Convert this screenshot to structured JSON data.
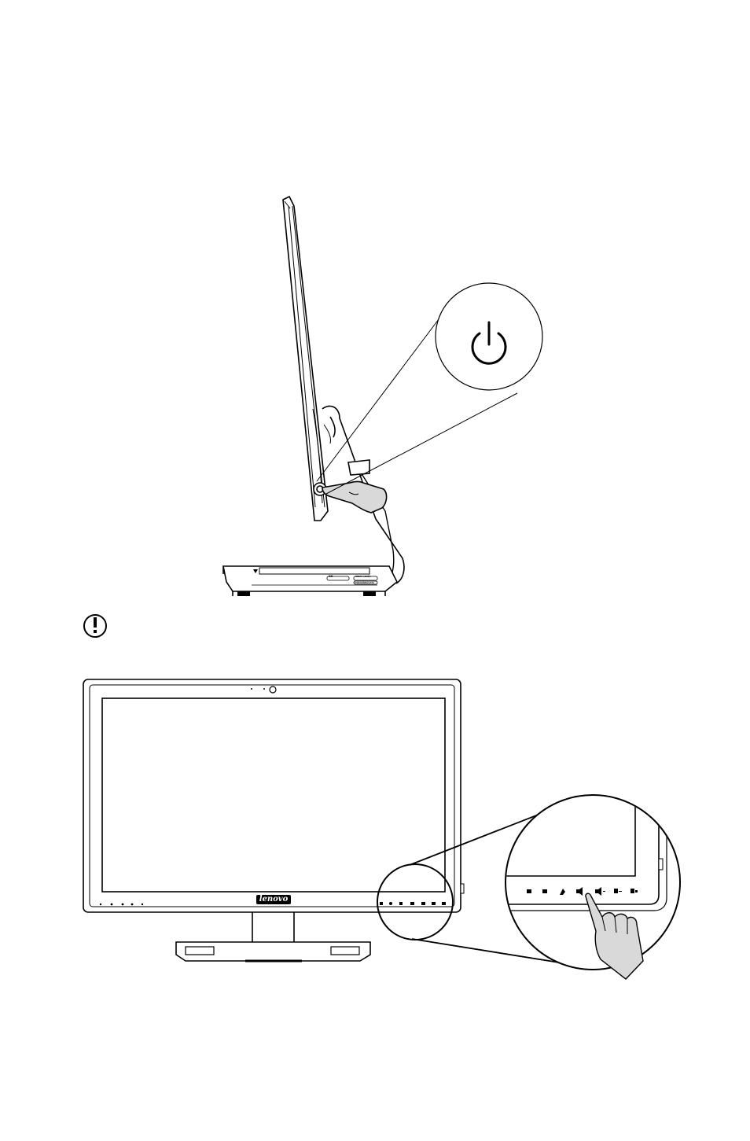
{
  "figure_top": {
    "drive_label": "SD",
    "port_label_1": "HDMI / eSATA",
    "port_label_2": "USB/HDMI/eSATA"
  },
  "note": {
    "icon": "attention-icon"
  },
  "figure_bottom": {
    "brand_logo_text": "lenovo",
    "panel_icons": [
      "screen-icon",
      "power-icon",
      "brightness-icon",
      "volume-down-icon",
      "volume-up-icon",
      "input-down-icon",
      "input-up-icon"
    ]
  }
}
